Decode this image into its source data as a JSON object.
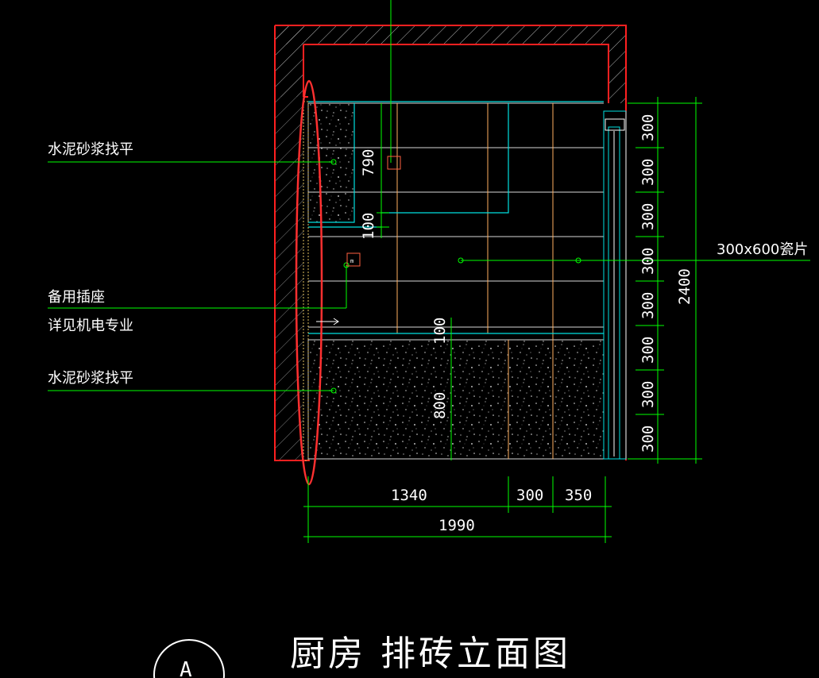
{
  "drawing_title": "厨房  排砖立面图",
  "callout_left": {
    "top_label": "水泥砂浆找平",
    "socket_label_1": "备用插座",
    "socket_label_2": "详见机电专业",
    "bottom_label": "水泥砂浆找平"
  },
  "callout_right": "300x600瓷片",
  "section_marker": "A",
  "socket_tag": "m",
  "dims_vertical_right": [
    "300",
    "300",
    "300",
    "300",
    "300",
    "300",
    "300",
    "300"
  ],
  "dim_total_height": "2400",
  "dims_horizontal": {
    "d1": "1340",
    "d2": "300",
    "d3": "350",
    "total": "1990"
  },
  "dims_inner": {
    "upper": "790",
    "gap": "100",
    "gap2": "100",
    "lower": "800"
  },
  "colors": {
    "wall_outline": "#ff2020",
    "dimension": "#00ff00",
    "tile_grid": "#e0e0e0",
    "cabinet": "#00ffff",
    "vertical_tile_line": "#ffb060",
    "highlight_ellipse": "#ff3030"
  }
}
